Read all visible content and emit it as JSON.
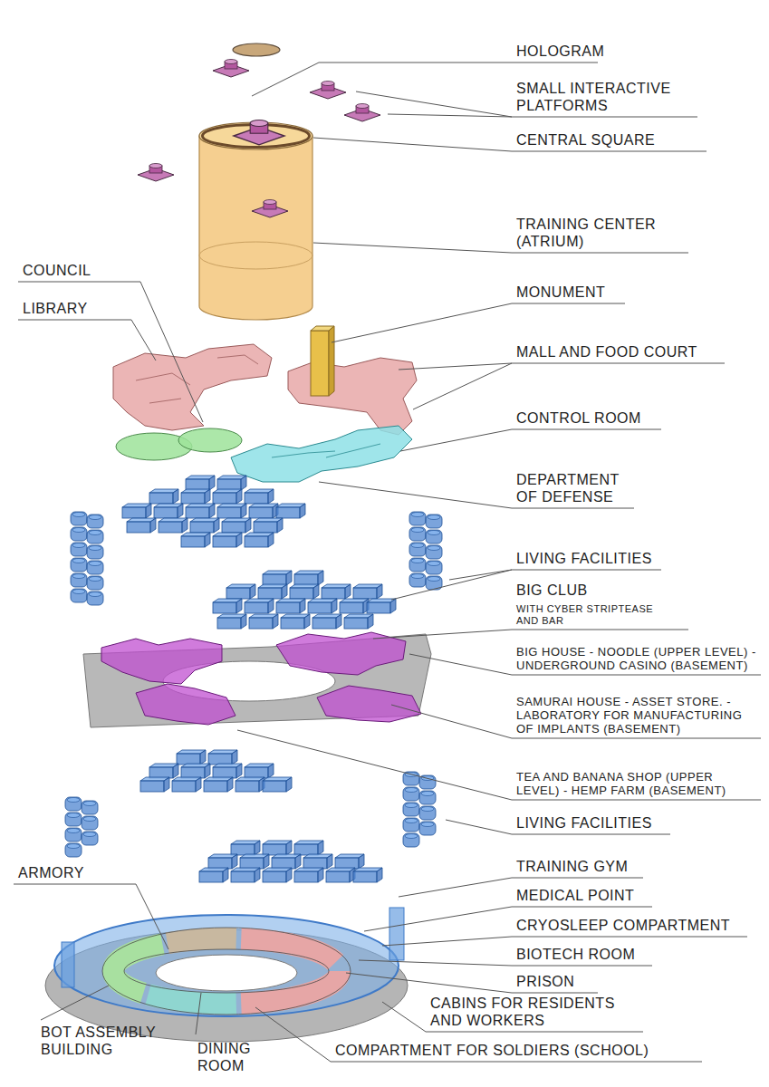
{
  "diagram": {
    "labels": [
      "HOLOGRAM",
      "SMALL INTERACTIVE PLATFORMS",
      "CENTRAL SQUARE",
      "TRAINING CENTER (ATRIUM)",
      "COUNCIL",
      "LIBRARY",
      "MONUMENT",
      "MALL AND FOOD COURT",
      "CONTROL ROOM",
      "DEPARTMENT OF DEFENSE",
      "LIVING FACILITIES",
      "BIG CLUB",
      "WITH CYBER STRIPTEASE AND BAR",
      "BIG HOUSE - NOODLE (UPPER LEVEL) - UNDERGROUND CASINO (BASEMENT)",
      "SAMURAI HOUSE - ASSET STORE. - LABORATORY FOR MANUFACTURING OF IMPLANTS (BASEMENT)",
      "TEA AND BANANA SHOP (UPPER LEVEL) - HEMP FARM (BASEMENT)",
      "LIVING FACILITIES",
      "ARMORY",
      "TRAINING GYM",
      "MEDICAL POINT",
      "CRYOSLEEP COMPARTMENT",
      "BIOTECH ROOM",
      "PRISON",
      "CABINS FOR RESIDENTS AND WORKERS",
      "BOT ASSEMBLY BUILDING",
      "DINING ROOM",
      "COMPARTMENT FOR SOLDIERS (SCHOOL)"
    ]
  }
}
